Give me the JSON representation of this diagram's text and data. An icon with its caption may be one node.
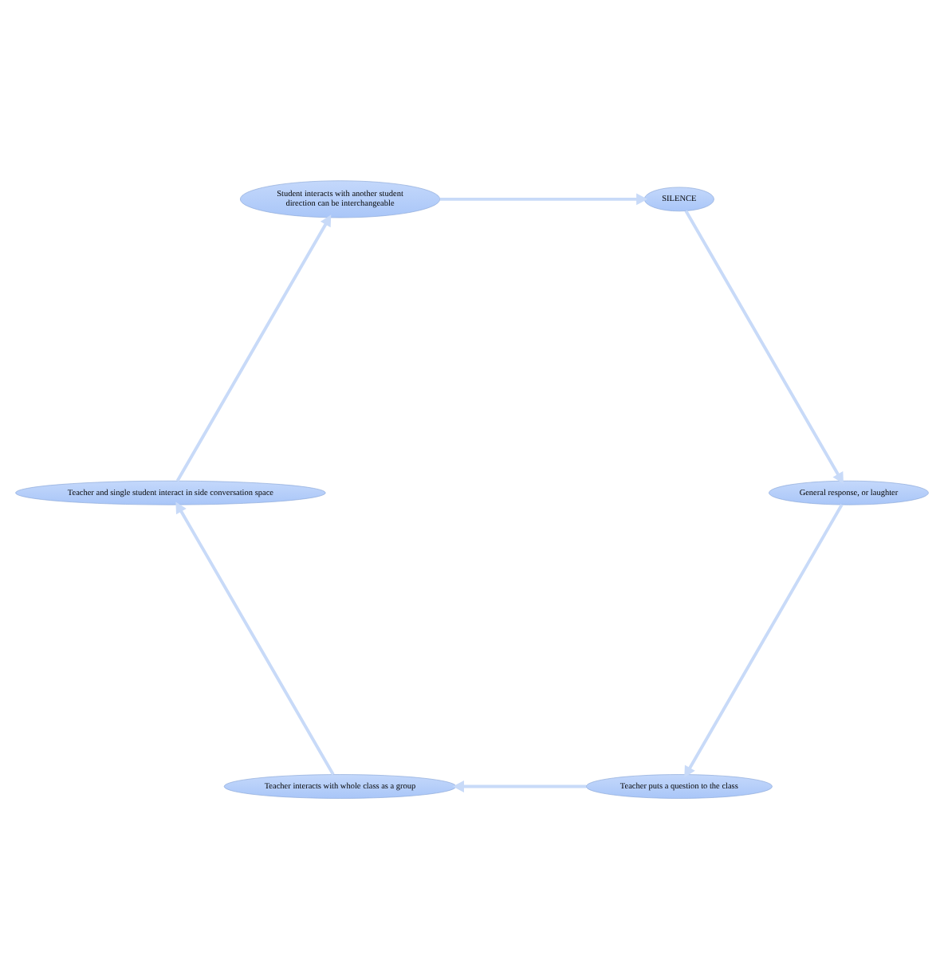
{
  "diagram": {
    "nodes": [
      {
        "text": [
          "Teacher puts a question to the class"
        ]
      },
      {
        "text": [
          "Teacher interacts with whole class as a group"
        ]
      },
      {
        "text": [
          "Teacher and single student interact in side conversation space"
        ]
      },
      {
        "text": [
          "Student interacts with another student",
          "direction can be interchangeable"
        ]
      },
      {
        "text": [
          "SILENCE"
        ]
      },
      {
        "text": [
          "General response, or laughter"
        ]
      }
    ],
    "edges": [
      {
        "from": 0,
        "to": 1,
        "arrow": "to"
      },
      {
        "from": 1,
        "to": 2,
        "arrow": "to"
      },
      {
        "from": 2,
        "to": 3,
        "arrow": "to"
      },
      {
        "from": 3,
        "to": 4,
        "arrow": "to"
      },
      {
        "from": 4,
        "to": 5,
        "arrow": "to"
      },
      {
        "from": 5,
        "to": 0,
        "arrow": "to"
      }
    ]
  }
}
